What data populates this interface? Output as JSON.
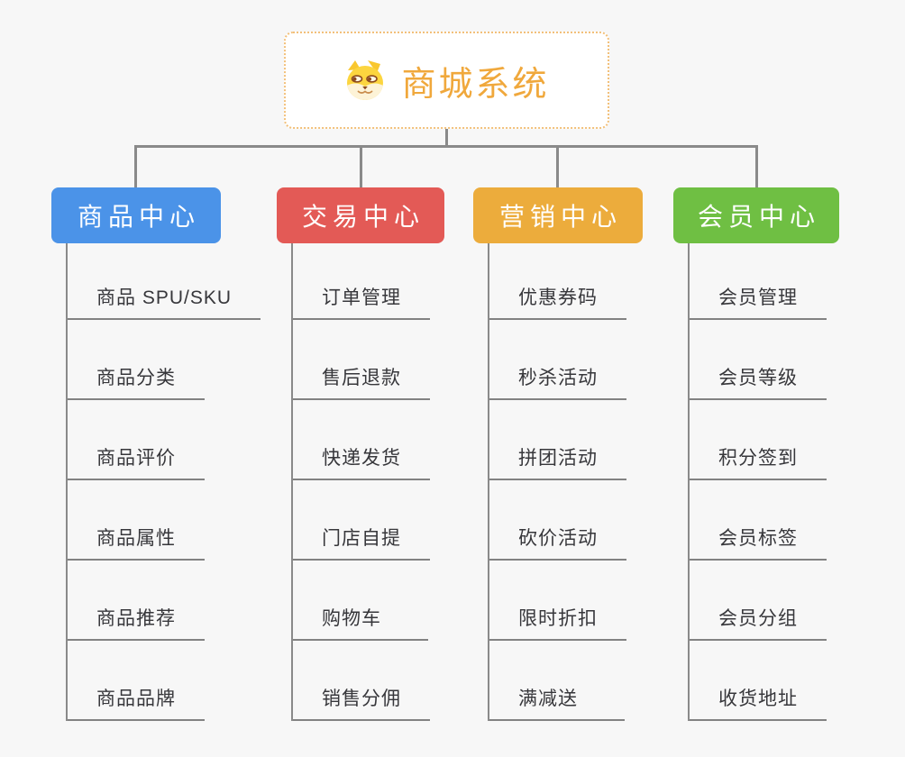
{
  "root": {
    "label": "商城系统",
    "icon": "dog-face-icon",
    "text_color": "#f0a83c",
    "border_color": "#f2c07a"
  },
  "branches": [
    {
      "label": "商品中心",
      "color": "#4b93e8",
      "children": [
        "商品 SPU/SKU",
        "商品分类",
        "商品评价",
        "商品属性",
        "商品推荐",
        "商品品牌"
      ]
    },
    {
      "label": "交易中心",
      "color": "#e35a56",
      "children": [
        "订单管理",
        "售后退款",
        "快递发货",
        "门店自提",
        "购物车",
        "销售分佣"
      ]
    },
    {
      "label": "营销中心",
      "color": "#ecac3c",
      "children": [
        "优惠券码",
        "秒杀活动",
        "拼团活动",
        "砍价活动",
        "限时折扣",
        "满减送"
      ]
    },
    {
      "label": "会员中心",
      "color": "#6fbf43",
      "children": [
        "会员管理",
        "会员等级",
        "积分签到",
        "会员标签",
        "会员分组",
        "收货地址"
      ]
    }
  ],
  "colors": {
    "background": "#f7f7f7",
    "connector": "#8a8a8a",
    "underline": "#828282",
    "leaf_text": "#37373b",
    "node_text": "#ffffff"
  }
}
